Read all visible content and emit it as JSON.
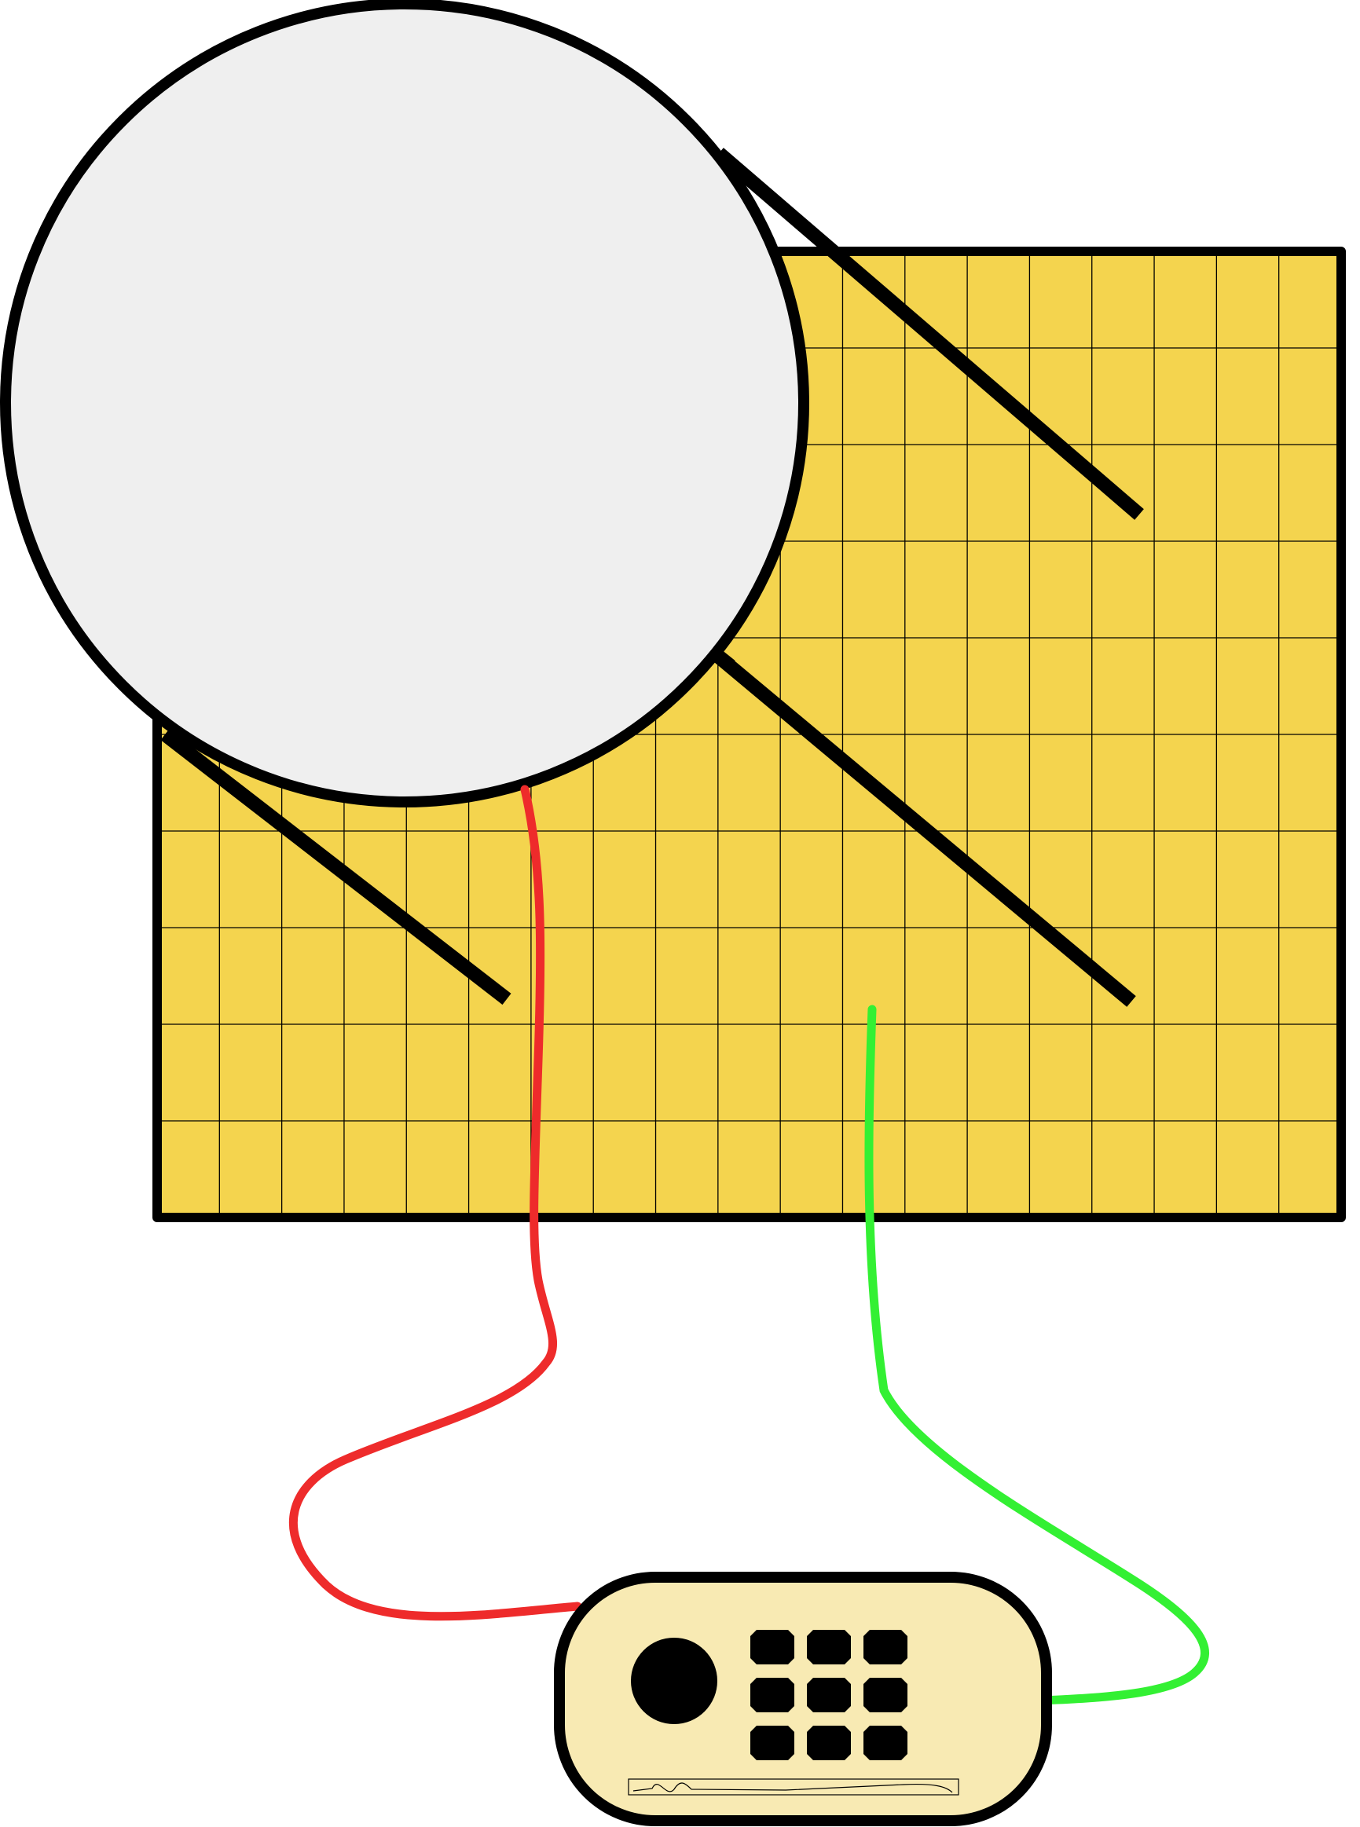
{
  "colors": {
    "background": "#ffffff",
    "outline": "#000000",
    "board_fill": "#f4d44e",
    "grid_line": "#000000",
    "disc_fill": "#efefef",
    "red_wire": "#ee2b2b",
    "green_wire": "#33f033",
    "control_box_fill": "#f8eab3",
    "button_fill": "#000000"
  },
  "components": {
    "board": {
      "kind": "grid-panel",
      "columns": 19,
      "rows": 10
    },
    "disc": {
      "kind": "circle"
    },
    "arms": {
      "count": 3
    },
    "wires": [
      {
        "name": "red-wire",
        "color_key": "red_wire"
      },
      {
        "name": "green-wire",
        "color_key": "green_wire"
      }
    ],
    "control_box": {
      "knob": {
        "icon": "round-knob-icon"
      },
      "keypad": {
        "icon": "square-button-icon",
        "rows": 3,
        "columns": 3
      },
      "display_strip": {
        "icon": "waveform-display-icon"
      }
    }
  }
}
